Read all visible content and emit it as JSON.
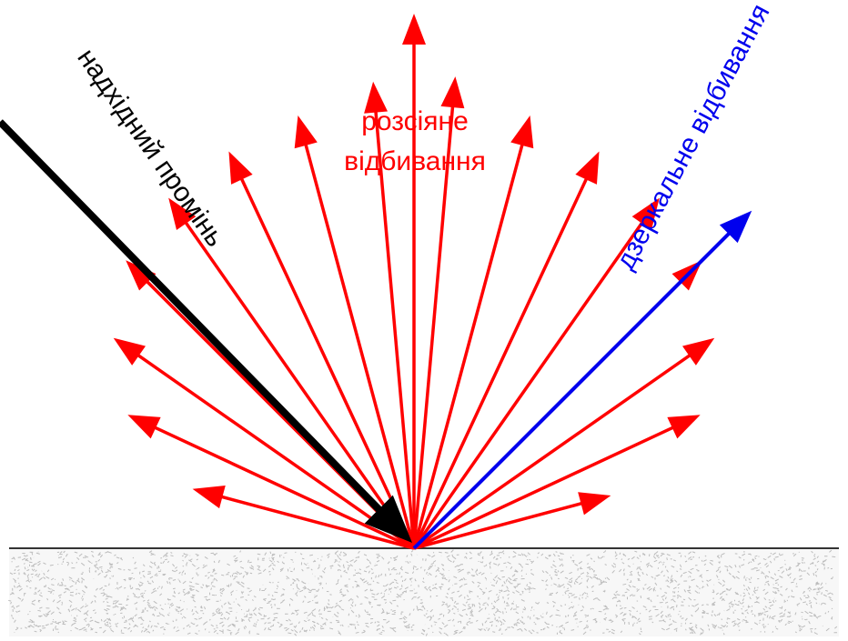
{
  "labels": {
    "incident": "надхідний промінь",
    "diffuse_line1": "розсіяне",
    "diffuse_line2": "відбивання",
    "specular": "дзеркальне відбивання"
  },
  "colors": {
    "incident": "#000000",
    "diffuse": "#ff0000",
    "specular": "#0000ee",
    "surface_line": "#333333",
    "surface_texture": "#bcbcbc"
  },
  "incidence_angle_deg": 45,
  "diffuse_ray_angles_deg": [
    -75,
    -65,
    -55,
    -45,
    -35,
    -25,
    -15,
    -5,
    0,
    5,
    15,
    25,
    35,
    45,
    55,
    65,
    75
  ]
}
